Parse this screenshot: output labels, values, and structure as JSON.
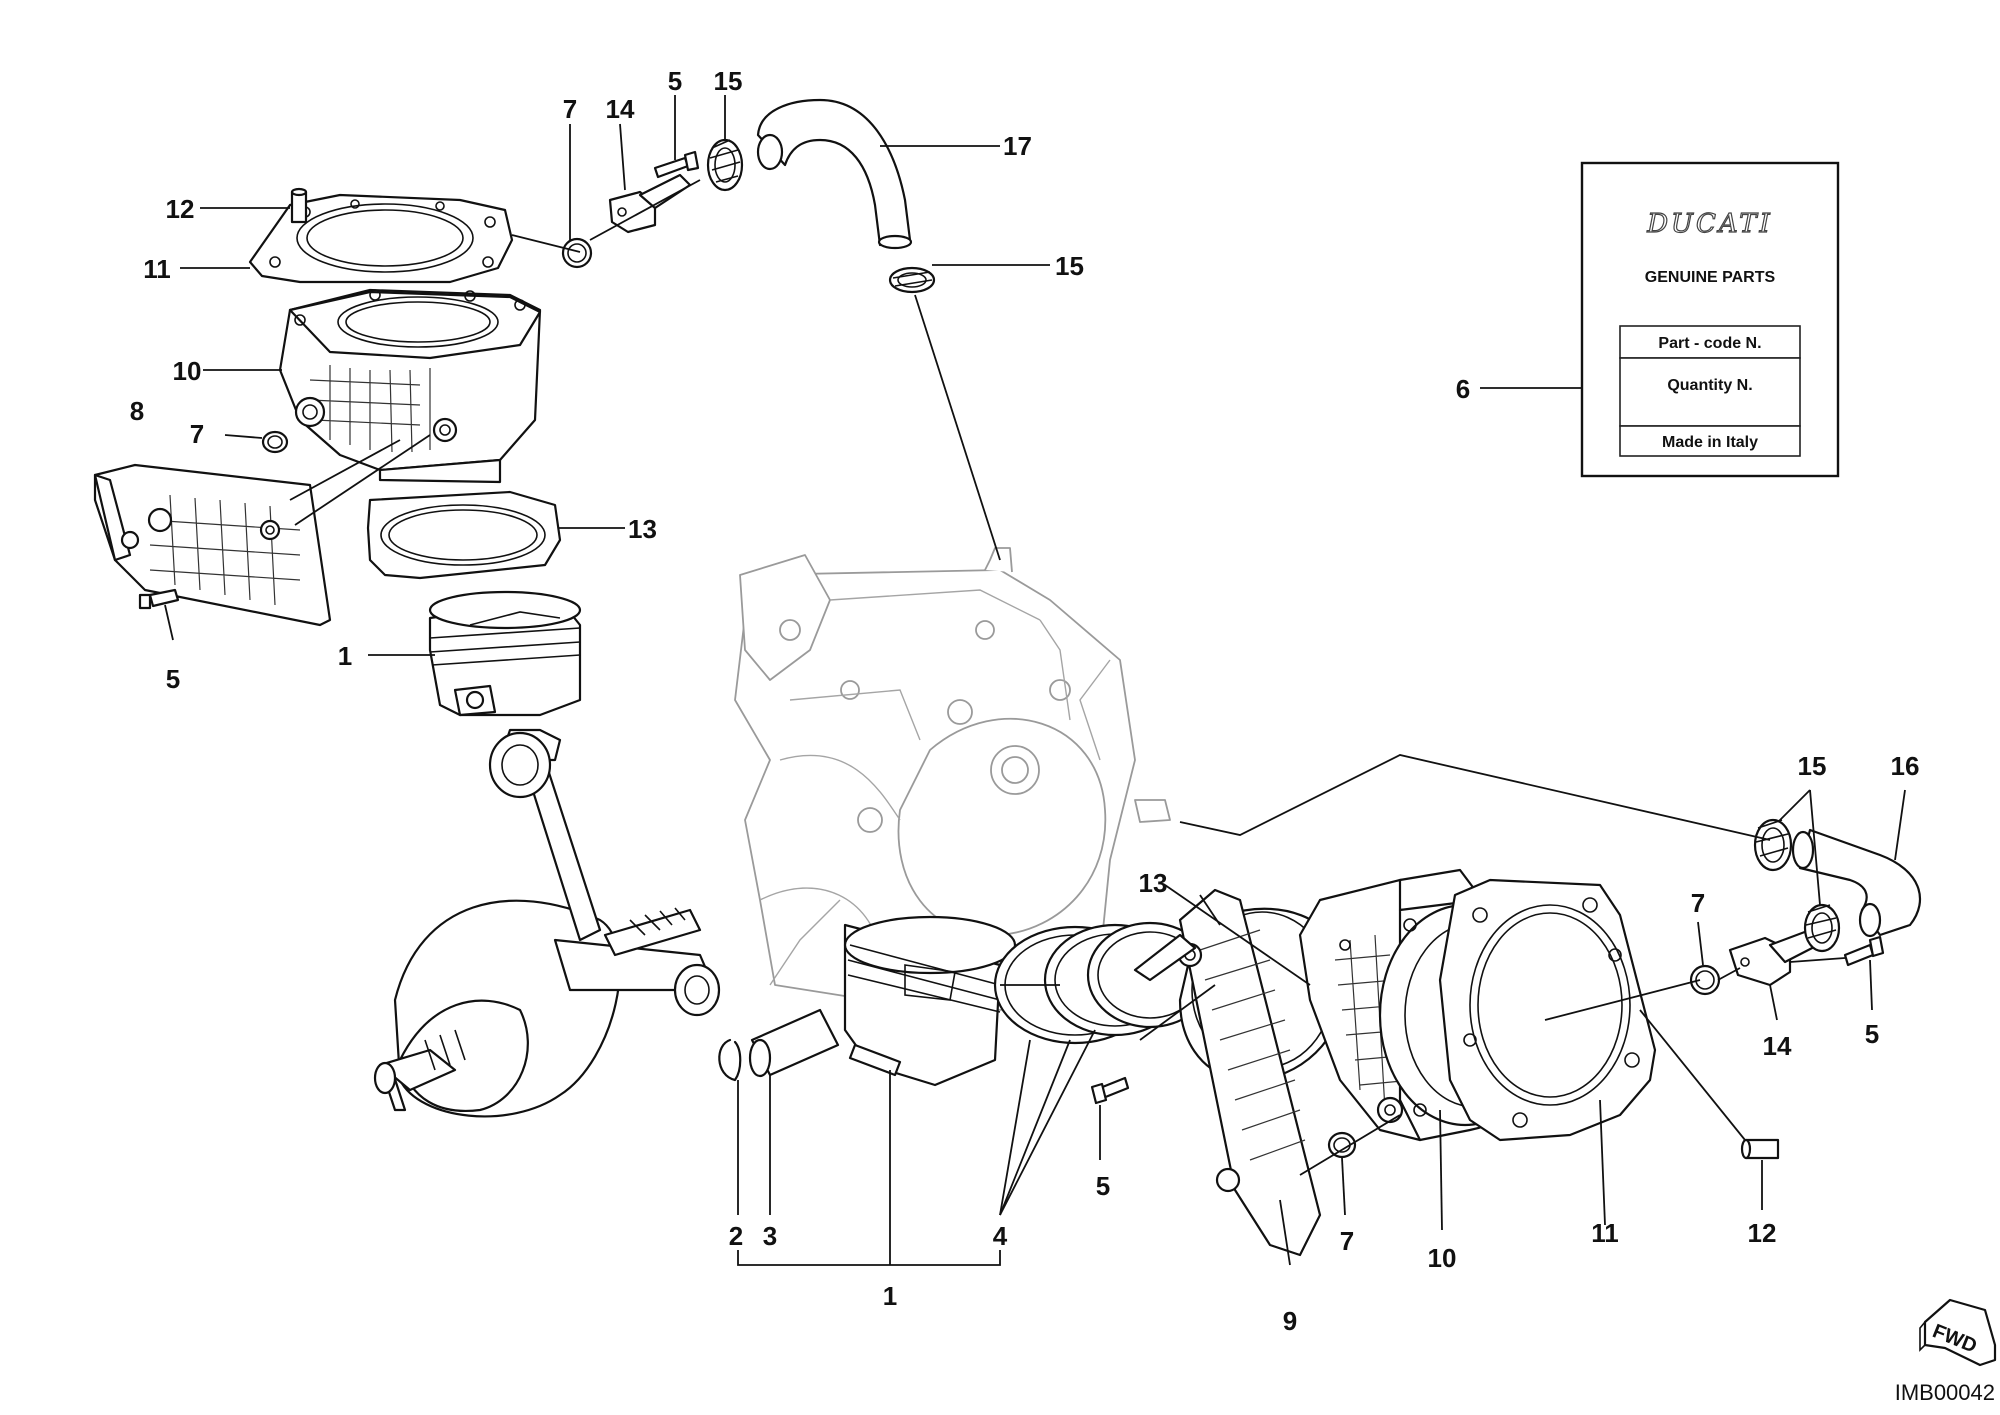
{
  "labels": {
    "l1_top": "1",
    "l5_left": "5",
    "l7_upper": "7",
    "l7_mid": "7",
    "l8": "8",
    "l10_top": "10",
    "l11_top": "11",
    "l12_top": "12",
    "l13_top": "13",
    "l14_top": "14",
    "l5_top": "5",
    "l15_top": "15",
    "l17": "17",
    "l15_mid": "15",
    "l6": "6",
    "l2": "2",
    "l3": "3",
    "l4": "4",
    "l1_bottom": "1",
    "l5_bottom": "5",
    "l13_bottom": "13",
    "l9": "9",
    "l7_bottom": "7",
    "l10_bottom": "10",
    "l11_bottom": "11",
    "l12_bottom": "12",
    "l7_right": "7",
    "l14_right": "14",
    "l5_right": "5",
    "l15_right": "15",
    "l16": "16"
  },
  "card": {
    "brand": "DUCATI",
    "heading": "GENUINE PARTS",
    "rows": [
      "Part - code N.",
      "Quantity N.",
      "Made in Italy"
    ]
  },
  "fwd_badge": "FWD",
  "image_code": "IMB00042"
}
